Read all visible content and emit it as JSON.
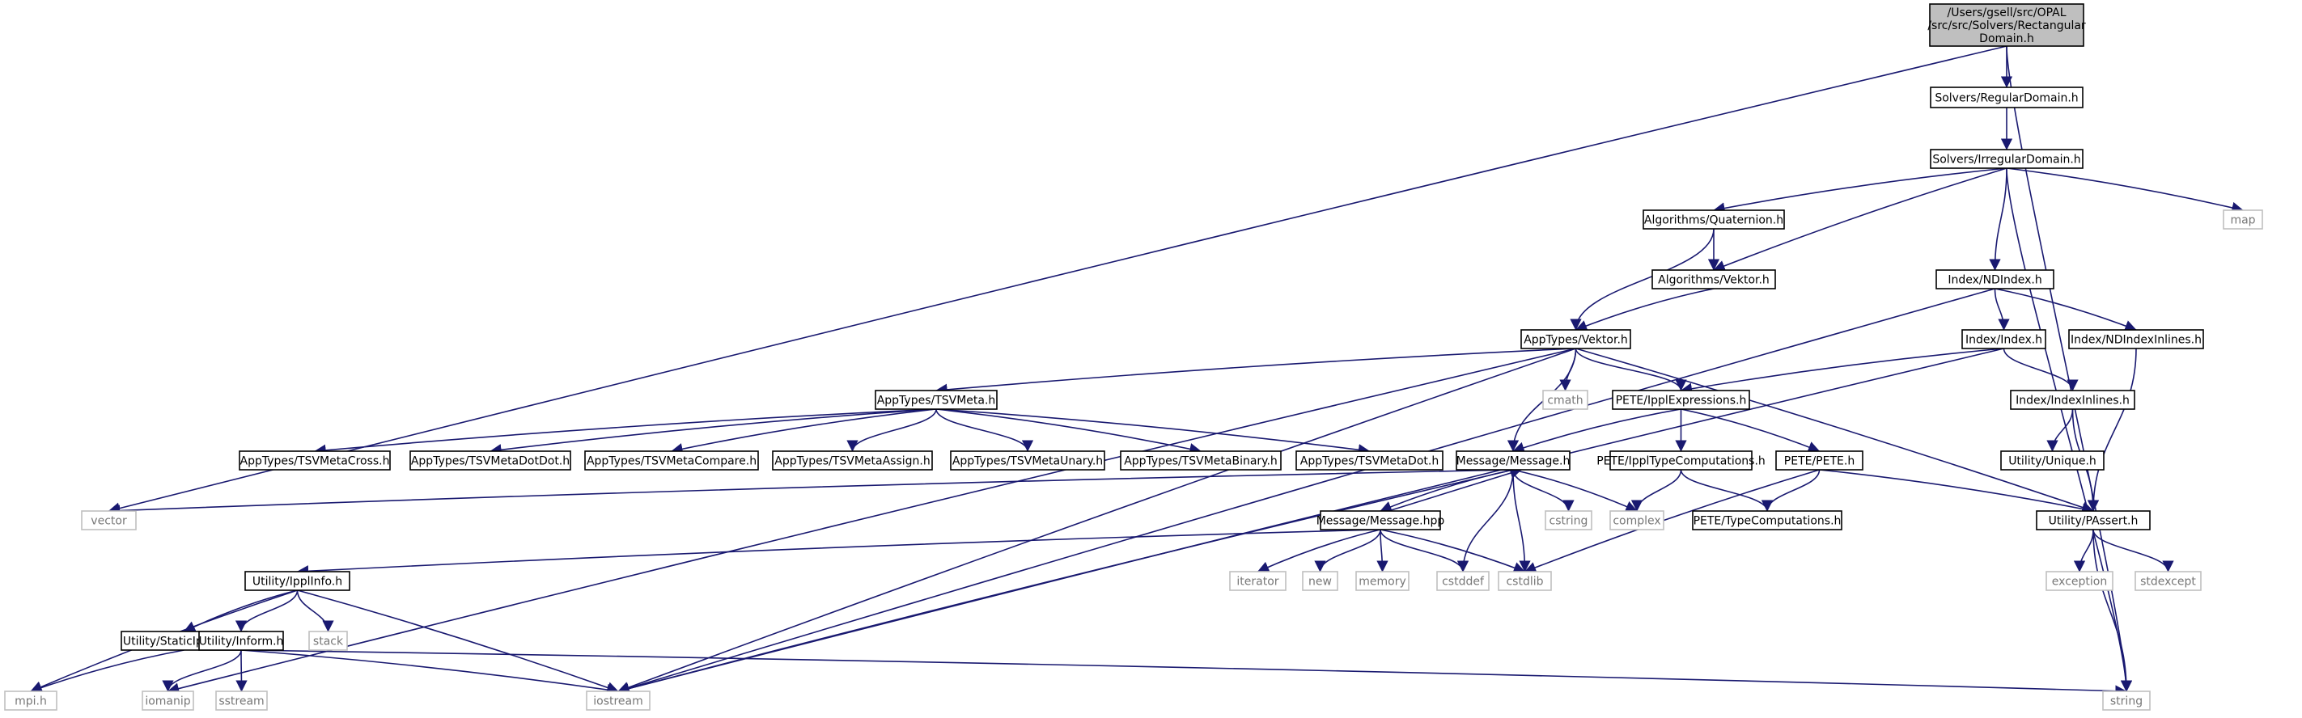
{
  "colors": {
    "edge": "#191970",
    "root_fill": "#bfbfbf",
    "system_border": "#bfbfbf",
    "file_border": "#000000"
  },
  "nodes": {
    "root": {
      "lines": [
        "/Users/gsell/src/OPAL",
        "/src/src/Solvers/Rectangular",
        "Domain.h"
      ],
      "kind": "root"
    },
    "regular": {
      "lines": [
        "Solvers/RegularDomain.h"
      ],
      "kind": "file"
    },
    "irregular": {
      "lines": [
        "Solvers/IrregularDomain.h"
      ],
      "kind": "file"
    },
    "quaternion": {
      "lines": [
        "Algorithms/Quaternion.h"
      ],
      "kind": "file"
    },
    "algvektor": {
      "lines": [
        "Algorithms/Vektor.h"
      ],
      "kind": "file"
    },
    "map": {
      "lines": [
        "map"
      ],
      "kind": "sys"
    },
    "ndindex": {
      "lines": [
        "Index/NDIndex.h"
      ],
      "kind": "file"
    },
    "appvektor": {
      "lines": [
        "AppTypes/Vektor.h"
      ],
      "kind": "file"
    },
    "index": {
      "lines": [
        "Index/Index.h"
      ],
      "kind": "file"
    },
    "ndindexinl": {
      "lines": [
        "Index/NDIndexInlines.h"
      ],
      "kind": "file"
    },
    "tsvmeta": {
      "lines": [
        "AppTypes/TSVMeta.h"
      ],
      "kind": "file"
    },
    "cmath": {
      "lines": [
        "cmath"
      ],
      "kind": "sys"
    },
    "ipplexpr": {
      "lines": [
        "PETE/IpplExpressions.h"
      ],
      "kind": "file"
    },
    "indexinl": {
      "lines": [
        "Index/IndexInlines.h"
      ],
      "kind": "file"
    },
    "tsvcross": {
      "lines": [
        "AppTypes/TSVMetaCross.h"
      ],
      "kind": "file"
    },
    "tsvdotdot": {
      "lines": [
        "AppTypes/TSVMetaDotDot.h"
      ],
      "kind": "file"
    },
    "tsvcompare": {
      "lines": [
        "AppTypes/TSVMetaCompare.h"
      ],
      "kind": "file"
    },
    "tsvassign": {
      "lines": [
        "AppTypes/TSVMetaAssign.h"
      ],
      "kind": "file"
    },
    "tsvunary": {
      "lines": [
        "AppTypes/TSVMetaUnary.h"
      ],
      "kind": "file"
    },
    "tsvbinary": {
      "lines": [
        "AppTypes/TSVMetaBinary.h"
      ],
      "kind": "file"
    },
    "tsvdot": {
      "lines": [
        "AppTypes/TSVMetaDot.h"
      ],
      "kind": "file"
    },
    "unique": {
      "lines": [
        "Utility/Unique.h"
      ],
      "kind": "file"
    },
    "message": {
      "lines": [
        "Message/Message.h"
      ],
      "kind": "file"
    },
    "ippltype": {
      "lines": [
        "PETE/IpplTypeComputations.h"
      ],
      "kind": "file"
    },
    "pete": {
      "lines": [
        "PETE/PETE.h"
      ],
      "kind": "file"
    },
    "vector": {
      "lines": [
        "vector"
      ],
      "kind": "sys"
    },
    "messagehpp": {
      "lines": [
        "Message/Message.hpp"
      ],
      "kind": "file"
    },
    "cstring": {
      "lines": [
        "cstring"
      ],
      "kind": "sys"
    },
    "complex": {
      "lines": [
        "complex"
      ],
      "kind": "sys"
    },
    "typecomp": {
      "lines": [
        "PETE/TypeComputations.h"
      ],
      "kind": "file"
    },
    "passert": {
      "lines": [
        "Utility/PAssert.h"
      ],
      "kind": "file"
    },
    "iterator": {
      "lines": [
        "iterator"
      ],
      "kind": "sys"
    },
    "new": {
      "lines": [
        "new"
      ],
      "kind": "sys"
    },
    "memory": {
      "lines": [
        "memory"
      ],
      "kind": "sys"
    },
    "cstddef": {
      "lines": [
        "cstddef"
      ],
      "kind": "sys"
    },
    "cstdlib": {
      "lines": [
        "cstdlib"
      ],
      "kind": "sys"
    },
    "exception": {
      "lines": [
        "exception"
      ],
      "kind": "sys"
    },
    "stdexcept": {
      "lines": [
        "stdexcept"
      ],
      "kind": "sys"
    },
    "ipplinfo": {
      "lines": [
        "Utility/IpplInfo.h"
      ],
      "kind": "file"
    },
    "staticippl": {
      "lines": [
        "Utility/StaticIpplInfo.h"
      ],
      "kind": "file"
    },
    "inform": {
      "lines": [
        "Utility/Inform.h"
      ],
      "kind": "file"
    },
    "stack": {
      "lines": [
        "stack"
      ],
      "kind": "sys"
    },
    "mpi": {
      "lines": [
        "mpi.h"
      ],
      "kind": "sys"
    },
    "iomanip": {
      "lines": [
        "iomanip"
      ],
      "kind": "sys"
    },
    "sstream": {
      "lines": [
        "sstream"
      ],
      "kind": "sys"
    },
    "iostream": {
      "lines": [
        "iostream"
      ],
      "kind": "sys"
    },
    "string": {
      "lines": [
        "string"
      ],
      "kind": "sys"
    }
  },
  "edges": [
    [
      "root",
      "regular"
    ],
    [
      "root",
      "vector"
    ],
    [
      "root",
      "string"
    ],
    [
      "regular",
      "irregular"
    ],
    [
      "irregular",
      "quaternion"
    ],
    [
      "irregular",
      "algvektor"
    ],
    [
      "irregular",
      "map"
    ],
    [
      "irregular",
      "ndindex"
    ],
    [
      "irregular",
      "string"
    ],
    [
      "quaternion",
      "algvektor"
    ],
    [
      "quaternion",
      "appvektor"
    ],
    [
      "algvektor",
      "appvektor"
    ],
    [
      "ndindex",
      "index"
    ],
    [
      "ndindex",
      "ndindexinl"
    ],
    [
      "ndindex",
      "iostream"
    ],
    [
      "appvektor",
      "tsvmeta"
    ],
    [
      "appvektor",
      "cmath"
    ],
    [
      "appvektor",
      "ipplexpr"
    ],
    [
      "appvektor",
      "message"
    ],
    [
      "appvektor",
      "passert"
    ],
    [
      "appvektor",
      "iomanip"
    ],
    [
      "appvektor",
      "iostream"
    ],
    [
      "index",
      "ipplexpr"
    ],
    [
      "index",
      "indexinl"
    ],
    [
      "index",
      "iostream"
    ],
    [
      "ndindexinl",
      "passert"
    ],
    [
      "tsvmeta",
      "tsvcross"
    ],
    [
      "tsvmeta",
      "tsvdotdot"
    ],
    [
      "tsvmeta",
      "tsvcompare"
    ],
    [
      "tsvmeta",
      "tsvassign"
    ],
    [
      "tsvmeta",
      "tsvunary"
    ],
    [
      "tsvmeta",
      "tsvbinary"
    ],
    [
      "tsvmeta",
      "tsvdot"
    ],
    [
      "ipplexpr",
      "message"
    ],
    [
      "ipplexpr",
      "ippltype"
    ],
    [
      "ipplexpr",
      "pete"
    ],
    [
      "indexinl",
      "unique"
    ],
    [
      "indexinl",
      "passert"
    ],
    [
      "message",
      "vector"
    ],
    [
      "message",
      "messagehpp"
    ],
    [
      "message",
      "cstring"
    ],
    [
      "message",
      "complex"
    ],
    [
      "message",
      "cstddef"
    ],
    [
      "message",
      "cstdlib"
    ],
    [
      "message",
      "iostream"
    ],
    [
      "messagehpp",
      "message"
    ],
    [
      "messagehpp",
      "ipplinfo"
    ],
    [
      "messagehpp",
      "iterator"
    ],
    [
      "messagehpp",
      "new"
    ],
    [
      "messagehpp",
      "memory"
    ],
    [
      "messagehpp",
      "cstddef"
    ],
    [
      "messagehpp",
      "cstdlib"
    ],
    [
      "ippltype",
      "complex"
    ],
    [
      "ippltype",
      "typecomp"
    ],
    [
      "pete",
      "typecomp"
    ],
    [
      "pete",
      "passert"
    ],
    [
      "pete",
      "cstdlib"
    ],
    [
      "passert",
      "exception"
    ],
    [
      "passert",
      "stdexcept"
    ],
    [
      "passert",
      "string"
    ],
    [
      "ipplinfo",
      "staticippl"
    ],
    [
      "ipplinfo",
      "inform"
    ],
    [
      "ipplinfo",
      "stack"
    ],
    [
      "ipplinfo",
      "mpi"
    ],
    [
      "ipplinfo",
      "iostream"
    ],
    [
      "staticippl",
      "mpi"
    ],
    [
      "inform",
      "iomanip"
    ],
    [
      "inform",
      "sstream"
    ],
    [
      "inform",
      "iostream"
    ],
    [
      "inform",
      "string"
    ]
  ]
}
